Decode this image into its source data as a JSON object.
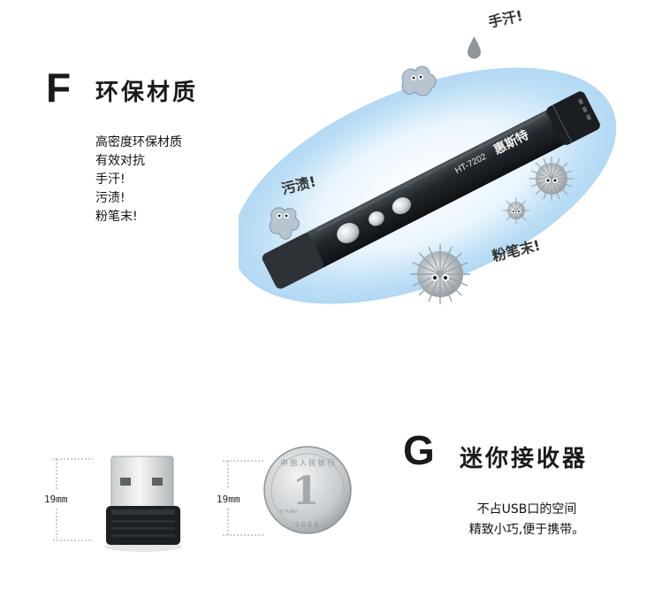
{
  "section_f": {
    "letter": "F",
    "title": "环保材质",
    "lines": [
      "高密度环保材质",
      "有效对抗",
      "手汗!",
      "污渍!",
      "粉笔末!"
    ]
  },
  "pen": {
    "model": "HT-7202",
    "brand": "惠斯特"
  },
  "callouts": {
    "sweat": "手汗!",
    "stain": "污渍!",
    "chalk": "粉笔末!"
  },
  "section_g": {
    "letter": "G",
    "title": "迷你接收器",
    "lines": [
      "不占USB口的空间",
      "精致小巧,便于携带。"
    ]
  },
  "dimensions": {
    "receiver_height": "19mm",
    "coin_height": "19mm"
  },
  "coin": {
    "value": "1",
    "rim_text": "中 国 人 民 银 行",
    "unit": "YI YUAN",
    "year": "2005"
  },
  "colors": {
    "glow": "#bfe0f6",
    "pen_body": "#1e2326",
    "text": "#111111"
  }
}
